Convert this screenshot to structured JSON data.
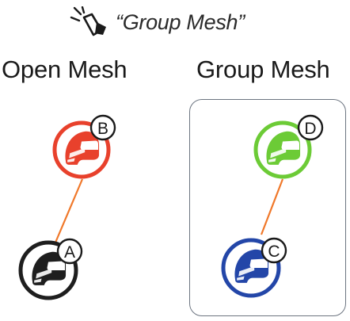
{
  "voice_prompt": {
    "text": "“Group Mesh”",
    "icon": "speaker-icon"
  },
  "open_mesh": {
    "title": "Open Mesh",
    "riders": [
      {
        "id": "B",
        "color": "#e8412c"
      },
      {
        "id": "A",
        "color": "#1e1e1e"
      }
    ],
    "link_color": "#f0782a"
  },
  "group_mesh": {
    "title": "Group Mesh",
    "riders": [
      {
        "id": "D",
        "color": "#6ccb36"
      },
      {
        "id": "C",
        "color": "#2346a8"
      }
    ],
    "link_color": "#f0782a",
    "border_color": "#6c7480"
  }
}
